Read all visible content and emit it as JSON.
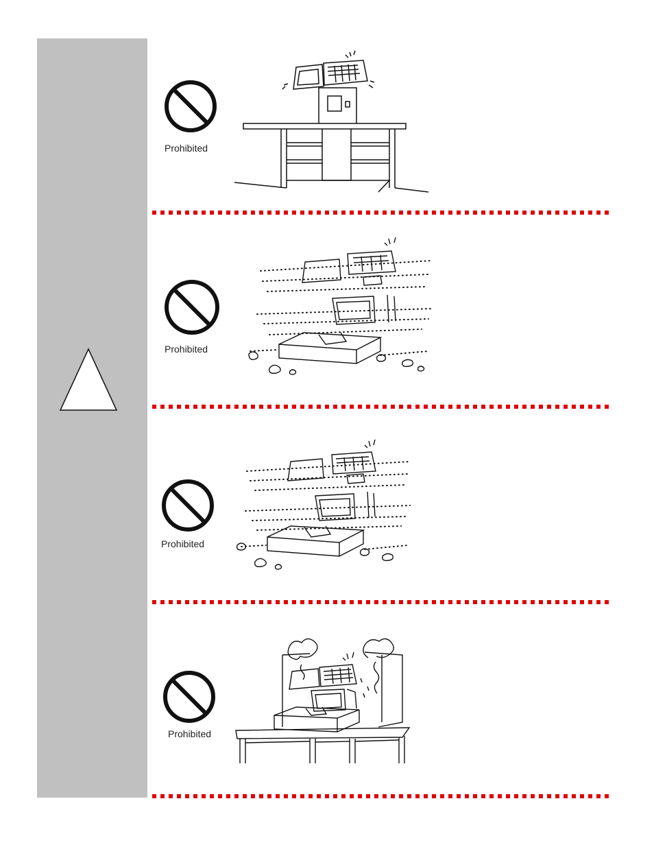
{
  "sections": [
    {
      "sign_label": "Prohibited",
      "illustration": "register-on-unstable-table-icon"
    },
    {
      "sign_label": "Prohibited",
      "illustration": "register-in-dust-icon"
    },
    {
      "sign_label": "Prohibited",
      "illustration": "register-in-dust-icon"
    },
    {
      "sign_label": "Prohibited",
      "illustration": "register-near-heat-steam-icon"
    }
  ],
  "colors": {
    "sidebar": "#c0c0c0",
    "divider": "#e00000",
    "sign": "#111111"
  },
  "icons": {
    "sidebar": "warning-triangle-icon",
    "sign": "prohibited-sign-icon"
  }
}
